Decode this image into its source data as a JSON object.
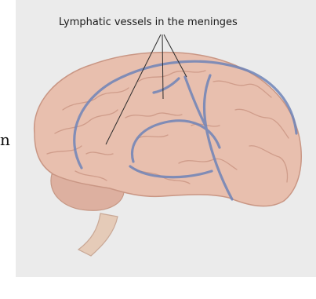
{
  "illustration": {
    "label": "Lymphatic vessels in the meninges",
    "edge_fragment": "n",
    "icon": "brain-illustration",
    "colors": {
      "panel": "#ebebeb",
      "brain": "#e8bfae",
      "fold": "#cf9c8a",
      "vessel": "#6f84b8",
      "stem": "#e5cbb8",
      "pointer": "#2b2b2b"
    }
  }
}
